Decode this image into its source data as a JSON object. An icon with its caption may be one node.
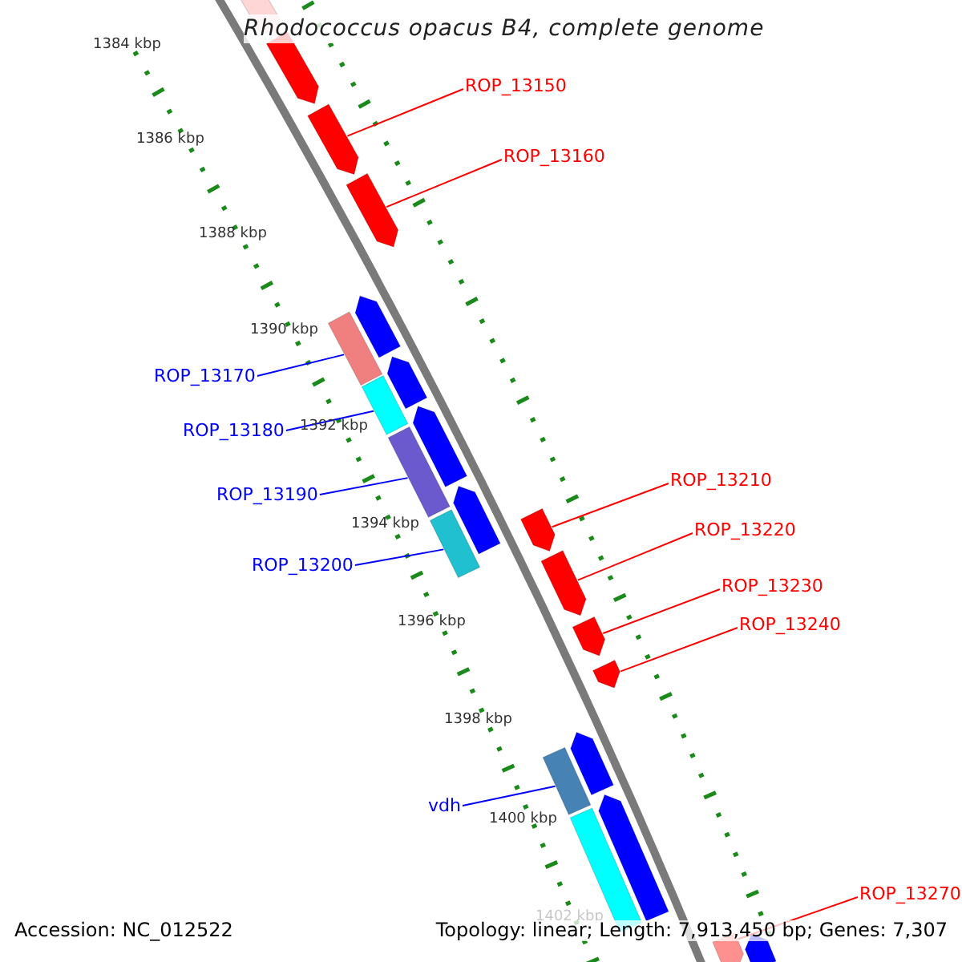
{
  "diagram": {
    "title": "Rhodococcus opacus B4, complete genome",
    "nodes": [
      {
        "text": [],
        "shape": "arrow"
      },
      {
        "text": [],
        "shape": "arrow"
      },
      {
        "text": [
          "ROP_13150"
        ]
      },
      {
        "text": [],
        "shape": "arrow"
      },
      {
        "text": [
          "ROP_13160"
        ]
      },
      {
        "text": [],
        "shape": "arrow"
      },
      {
        "text": [],
        "shape": "arrow"
      },
      {
        "text": [],
        "shape": "bar"
      },
      {
        "text": [
          "ROP_13170"
        ]
      },
      {
        "text": [],
        "shape": "arrow"
      },
      {
        "text": [],
        "shape": "bar"
      },
      {
        "text": [
          "ROP_13180"
        ]
      },
      {
        "text": [],
        "shape": "arrow"
      },
      {
        "text": [],
        "shape": "bar"
      },
      {
        "text": [
          "ROP_13190"
        ]
      },
      {
        "text": [],
        "shape": "arrow"
      },
      {
        "text": [
          "ROP_13210"
        ]
      },
      {
        "text": [],
        "shape": "bar"
      },
      {
        "text": [
          "ROP_13200"
        ]
      },
      {
        "text": [],
        "shape": "arrow"
      },
      {
        "text": [
          "ROP_13220"
        ]
      },
      {
        "text": [],
        "shape": "arrow"
      },
      {
        "text": [
          "ROP_13230"
        ]
      },
      {
        "text": [],
        "shape": "arrow"
      },
      {
        "text": [
          "ROP_13240"
        ]
      },
      {
        "text": [],
        "shape": "arrow"
      },
      {
        "text": [],
        "shape": "arrow"
      },
      {
        "text": [],
        "shape": "bar"
      },
      {
        "text": [
          "vdh"
        ]
      },
      {
        "text": [],
        "shape": "arrow"
      },
      {
        "text": [],
        "shape": "bar"
      },
      {
        "text": [
          "ROP_13270"
        ]
      },
      {
        "text": [],
        "shape": "arrow"
      },
      {
        "text": [],
        "shape": "arrow"
      }
    ],
    "edges": [
      {
        "from": 2,
        "to": 3,
        "arrow": "none"
      },
      {
        "from": 4,
        "to": 5,
        "arrow": "none"
      },
      {
        "from": 8,
        "to": 7,
        "arrow": "none",
        "color": "#0000ff"
      },
      {
        "from": 11,
        "to": 10,
        "arrow": "none",
        "color": "#0000ff"
      },
      {
        "from": 14,
        "to": 13,
        "arrow": "none",
        "color": "#0000ff"
      },
      {
        "from": 16,
        "to": 19,
        "arrow": "none"
      },
      {
        "from": 18,
        "to": 17,
        "arrow": "none",
        "color": "#0000ff"
      },
      {
        "from": 20,
        "to": 21,
        "arrow": "none"
      },
      {
        "from": 22,
        "to": 23,
        "arrow": "none"
      },
      {
        "from": 24,
        "to": 25,
        "arrow": "none"
      },
      {
        "from": 28,
        "to": 27,
        "arrow": "none",
        "color": "#0000ff"
      },
      {
        "from": 31,
        "to": 32,
        "arrow": "none"
      }
    ],
    "labels": [
      "1384 kbp",
      "1386 kbp",
      "1388 kbp",
      "1390 kbp",
      "1392 kbp",
      "1394 kbp",
      "1396 kbp",
      "1398 kbp",
      "1400 kbp",
      "1402 kbp",
      "Accession: NC_012522",
      "Topology: linear; Length: 7,913,450 bp; Genes: 7,307"
    ]
  }
}
